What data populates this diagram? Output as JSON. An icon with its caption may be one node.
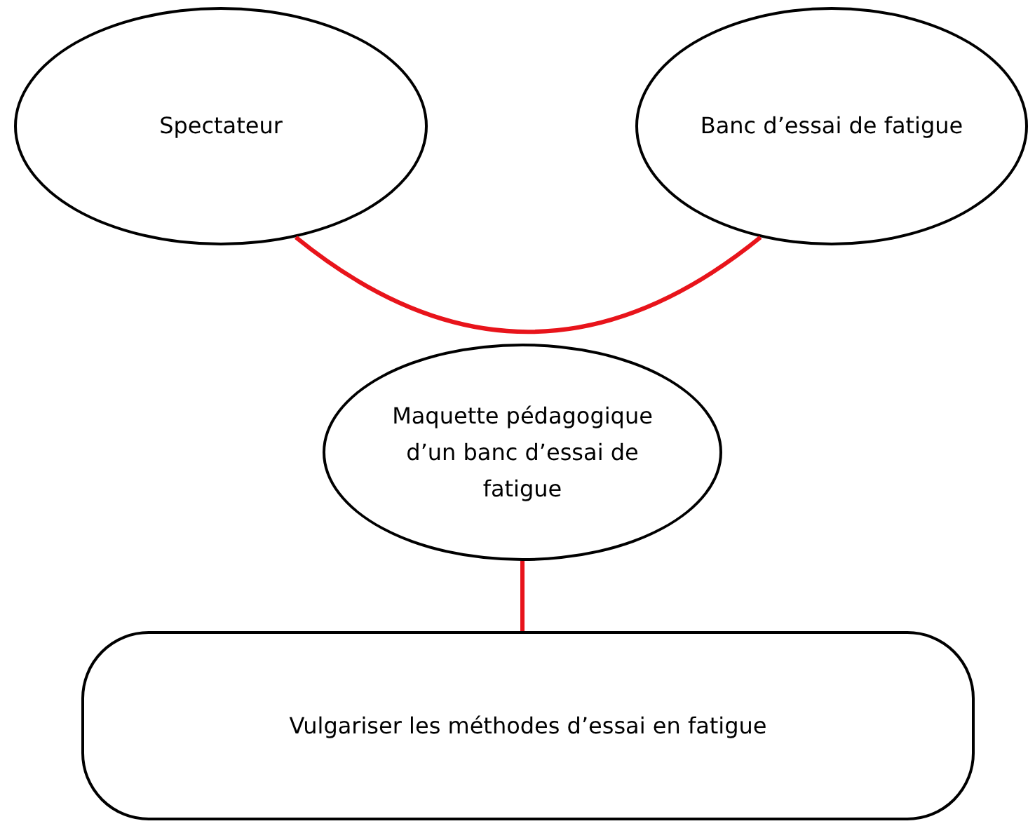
{
  "diagram": {
    "nodes": [
      {
        "text": [
          "Spectateur"
        ]
      },
      {
        "text": [
          "Banc d’essai de fatigue"
        ]
      },
      {
        "text": [
          "Maquette pédagogique d’un banc d’essai de fatigue"
        ]
      },
      {
        "text": [
          "Vulgariser les méthodes d’essai en fatigue"
        ]
      }
    ],
    "edges": [
      {
        "from": 0,
        "to": 1,
        "arrow": "none"
      },
      {
        "from": 2,
        "to": 3,
        "arrow": "none"
      }
    ]
  }
}
